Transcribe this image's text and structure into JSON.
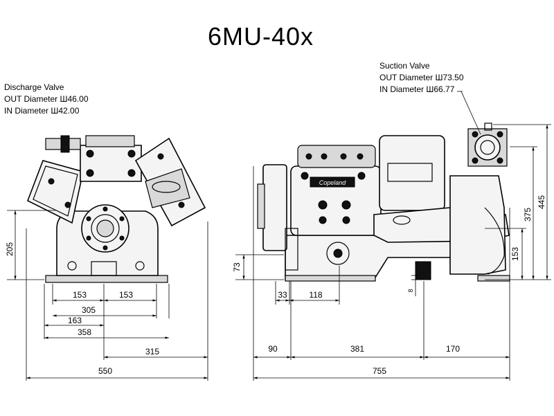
{
  "title": "6MU-40x",
  "discharge_valve": {
    "name": "Discharge Valve",
    "out_diameter": "OUT Diameter Ш46.00",
    "in_diameter": "IN Diameter Ш42.00"
  },
  "suction_valve": {
    "name": "Suction Valve",
    "out_diameter": "OUT Diameter Ш73.50",
    "in_diameter": "IN Diameter Ш66.77"
  },
  "front_view": {
    "dim_height": "205",
    "dim_left_153": "153",
    "dim_right_153": "153",
    "dim_305": "305",
    "dim_163": "163",
    "dim_358": "358",
    "dim_315": "315",
    "dim_550": "550"
  },
  "side_view": {
    "dim_73": "73",
    "dim_33": "33",
    "dim_118": "118",
    "dim_8": "8",
    "dim_90": "90",
    "dim_381": "381",
    "dim_170": "170",
    "dim_755": "755",
    "dim_153": "153",
    "dim_375": "375",
    "dim_445": "445"
  },
  "brand_badge": "Copeland"
}
